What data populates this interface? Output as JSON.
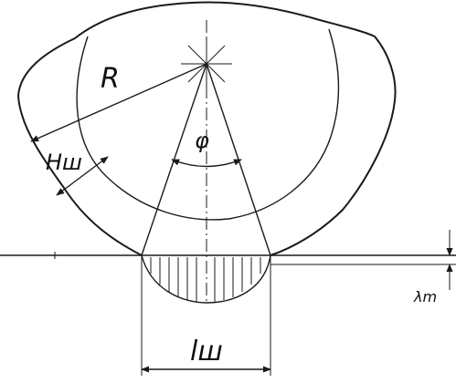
{
  "labels": {
    "radius": "R",
    "tread_depth": "Hш",
    "angle": "φ",
    "contact_length": "lш",
    "deflection": "λm"
  },
  "colors": {
    "line": "#1a1a1a",
    "background": "#ffffff"
  }
}
